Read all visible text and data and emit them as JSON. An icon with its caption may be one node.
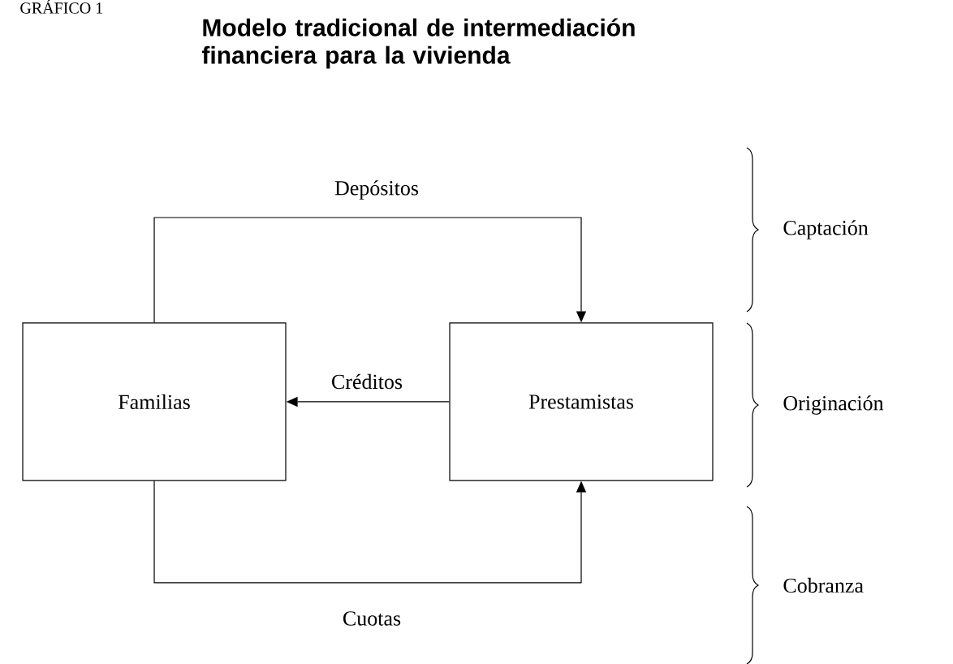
{
  "diagram": {
    "title": "Modelo tradicional de intermediación financiera para la vivienda",
    "nodes": [
      {
        "text": [
          "Familias"
        ]
      },
      {
        "text": [
          "Prestamistas"
        ]
      }
    ],
    "edges": [
      {
        "from": 0,
        "to": 1,
        "arrow": "to",
        "label": "Depósitos"
      },
      {
        "from": 1,
        "to": 0,
        "arrow": "to",
        "label": "Créditos"
      },
      {
        "from": 0,
        "to": 1,
        "arrow": "to",
        "label": "Cuotas"
      }
    ],
    "labels": [
      "GRÁFICO 1",
      "Captación",
      "Originación",
      "Cobranza"
    ]
  }
}
